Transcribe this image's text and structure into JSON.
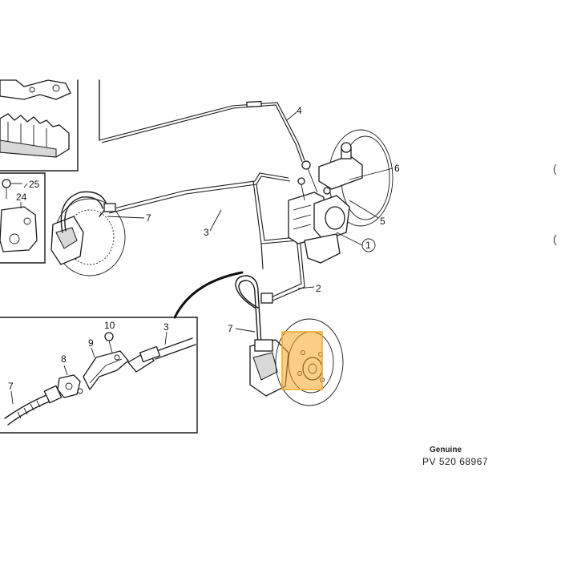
{
  "callouts": {
    "c1": "1",
    "c2": "2",
    "c3a": "3",
    "c3b": "3",
    "c4": "4",
    "c5": "5",
    "c6": "6",
    "c7a": "7",
    "c7b": "7",
    "c7c": "7",
    "c8": "8",
    "c9": "9",
    "c10": "10",
    "c24": "24",
    "c25": "25"
  },
  "footer": {
    "brand": "Genuine",
    "part_number": "PV 520 68967"
  },
  "highlight": {
    "color": "#f5a623",
    "target": "brake-disc-rear"
  }
}
